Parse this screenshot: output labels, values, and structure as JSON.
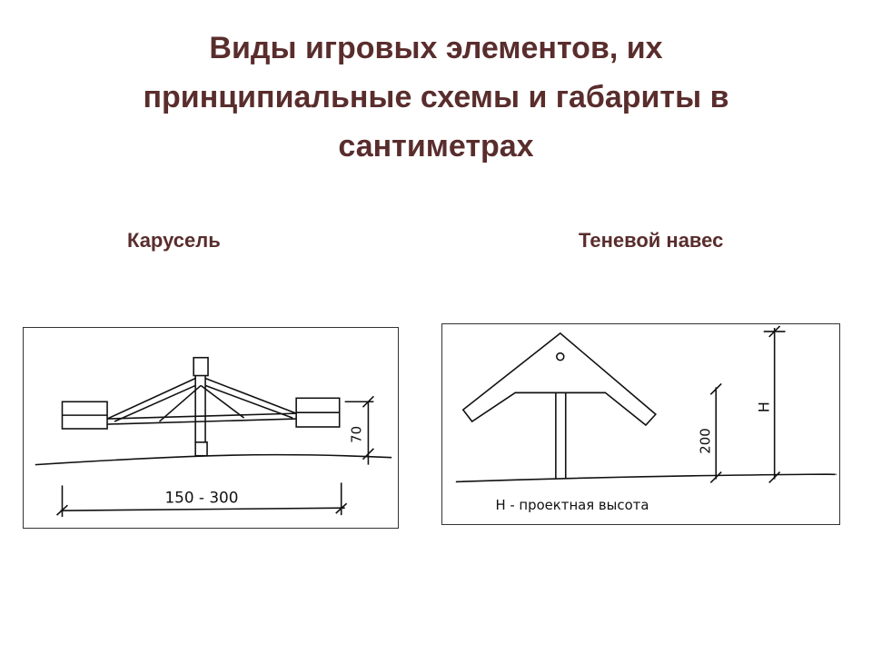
{
  "slide": {
    "title_line1": "Виды игровых элементов, их",
    "title_line2": "принципиальные схемы и габариты в",
    "title_line3": "сантиметрах",
    "colors": {
      "title": "#5a2d2d",
      "line": "#111111"
    }
  },
  "carousel": {
    "caption": "Карусель",
    "width_label": "150 - 300",
    "height_label": "70"
  },
  "canopy": {
    "caption": "Теневой навес",
    "height_label_200": "200",
    "height_label_h": "H",
    "note": "H -  проектная высота"
  }
}
